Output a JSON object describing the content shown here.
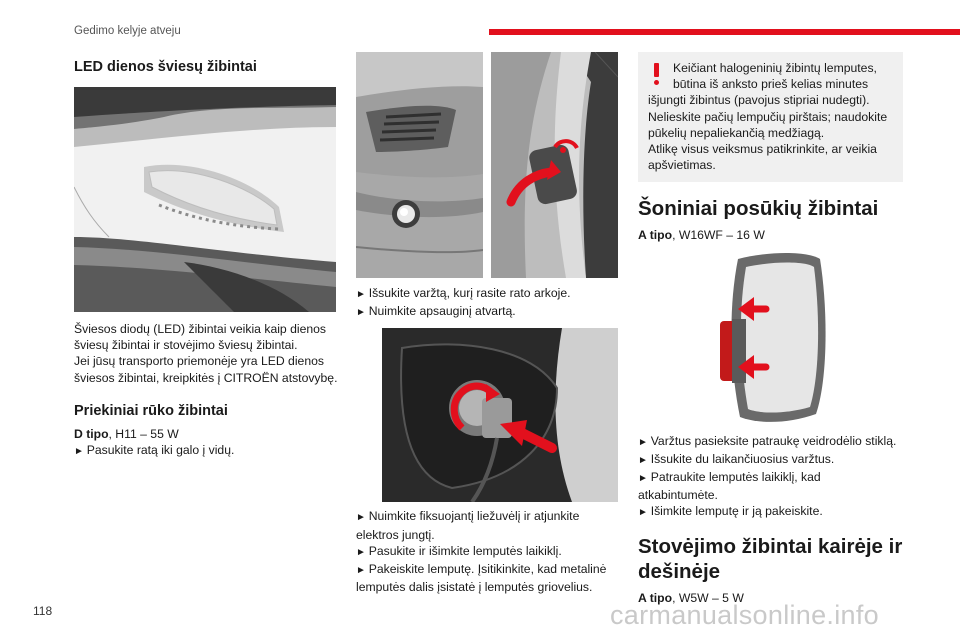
{
  "header": {
    "section": "Gedimo kelyje atveju"
  },
  "page_number": "118",
  "watermark": "carmanualsonline.info",
  "col1": {
    "led_title": "LED dienos šviesų žibintai",
    "led_p1": "Šviesos diodų (LED) žibintai veikia kaip dienos",
    "led_p2": "šviesų žibintai ir stovėjimo šviesų žibintai.",
    "led_p3": "Jei jūsų transporto priemonėje yra LED dienos",
    "led_p4": "šviesos žibintai, kreipkitės į CITROËN atstovybę.",
    "fog_title": "Priekiniai rūko žibintai",
    "fog_type_bold": "D tipo",
    "fog_type_rest": ", H11 – 55 W",
    "fog_step1": "Pasukite ratą iki galo į vidų."
  },
  "col2": {
    "step1": "Išsukite varžtą, kurį rasite rato arkoje.",
    "step2": "Nuimkite apsauginį atvartą.",
    "step3a": "Nuimkite fiksuojantį liežuvėlį ir atjunkite",
    "step3b": "elektros jungtį.",
    "step4": "Pasukite ir išimkite lemputės laikiklį.",
    "step5a": "Pakeiskite lemputę. Įsitikinkite, kad metalinė",
    "step5b": "lemputės dalis įsistatė į lemputės griovelius."
  },
  "col3": {
    "warning": [
      "Keičiant halogeninių žibintų lemputes,",
      "būtina iš anksto prieš kelias minutes",
      "išjungti žibintus (pavojus stipriai nudegti).",
      "Nelieskite pačių lempučių pirštais; naudokite",
      "pūkelių nepaliekančią medžiagą.",
      "Atlikę visus veiksmus patikrinkite, ar veikia",
      "apšvietimas."
    ],
    "side_title": "Šoniniai posūkių žibintai",
    "side_type_bold": "A tipo",
    "side_type_rest": ", W16WF – 16 W",
    "side_step1": "Varžtus pasieksite patraukę veidrodėlio stiklą.",
    "side_step2": "Išsukite du laikančiuosius varžtus.",
    "side_step3a": "Patraukite lemputės laikiklį, kad",
    "side_step3b": "atkabintumėte.",
    "side_step4": "Išimkite lemputę ir ją pakeiskite.",
    "park_title_1": "Stovėjimo žibintai kairėje ir",
    "park_title_2": "dešinėje",
    "park_type_bold": "A tipo",
    "park_type_rest": ", W5W – 5 W"
  },
  "colors": {
    "accent": "#e2101d"
  }
}
